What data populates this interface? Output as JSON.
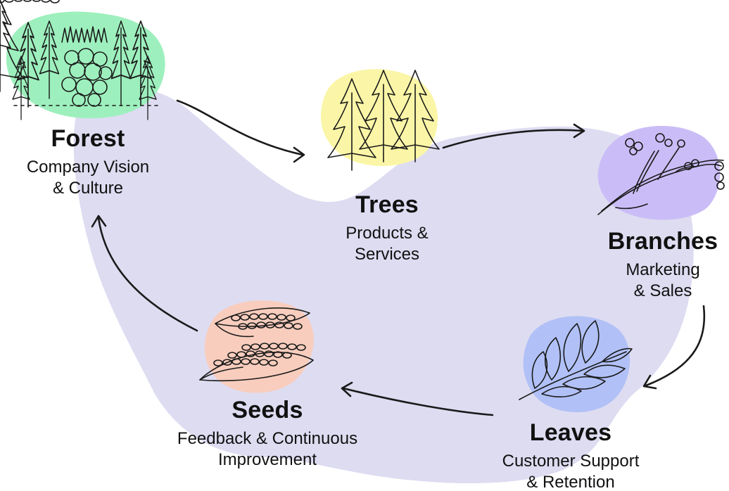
{
  "stages": [
    {
      "key": "forest",
      "title": "Forest",
      "subtitle_lines": [
        "Company Vision",
        "& Culture"
      ],
      "blob_color": "#9df0bd"
    },
    {
      "key": "trees",
      "title": "Trees",
      "subtitle_lines": [
        "Products &",
        "Services"
      ],
      "blob_color": "#fbf6a7"
    },
    {
      "key": "branches",
      "title": "Branches",
      "subtitle_lines": [
        "Marketing",
        "& Sales"
      ],
      "blob_color": "#cabdf7"
    },
    {
      "key": "leaves",
      "title": "Leaves",
      "subtitle_lines": [
        "Customer Support",
        "& Retention"
      ],
      "blob_color": "#b1c1f7"
    },
    {
      "key": "seeds",
      "title": "Seeds",
      "subtitle_lines": [
        "Feedback & Continuous",
        "Improvement"
      ],
      "blob_color": "#f8cdbd"
    }
  ],
  "flow_order": [
    "forest",
    "trees",
    "branches",
    "leaves",
    "seeds",
    "forest"
  ],
  "background_color": "#dedcf1",
  "icons": [
    "forest-icon",
    "trees-icon",
    "branches-icon",
    "leaves-icon",
    "seeds-icon"
  ]
}
